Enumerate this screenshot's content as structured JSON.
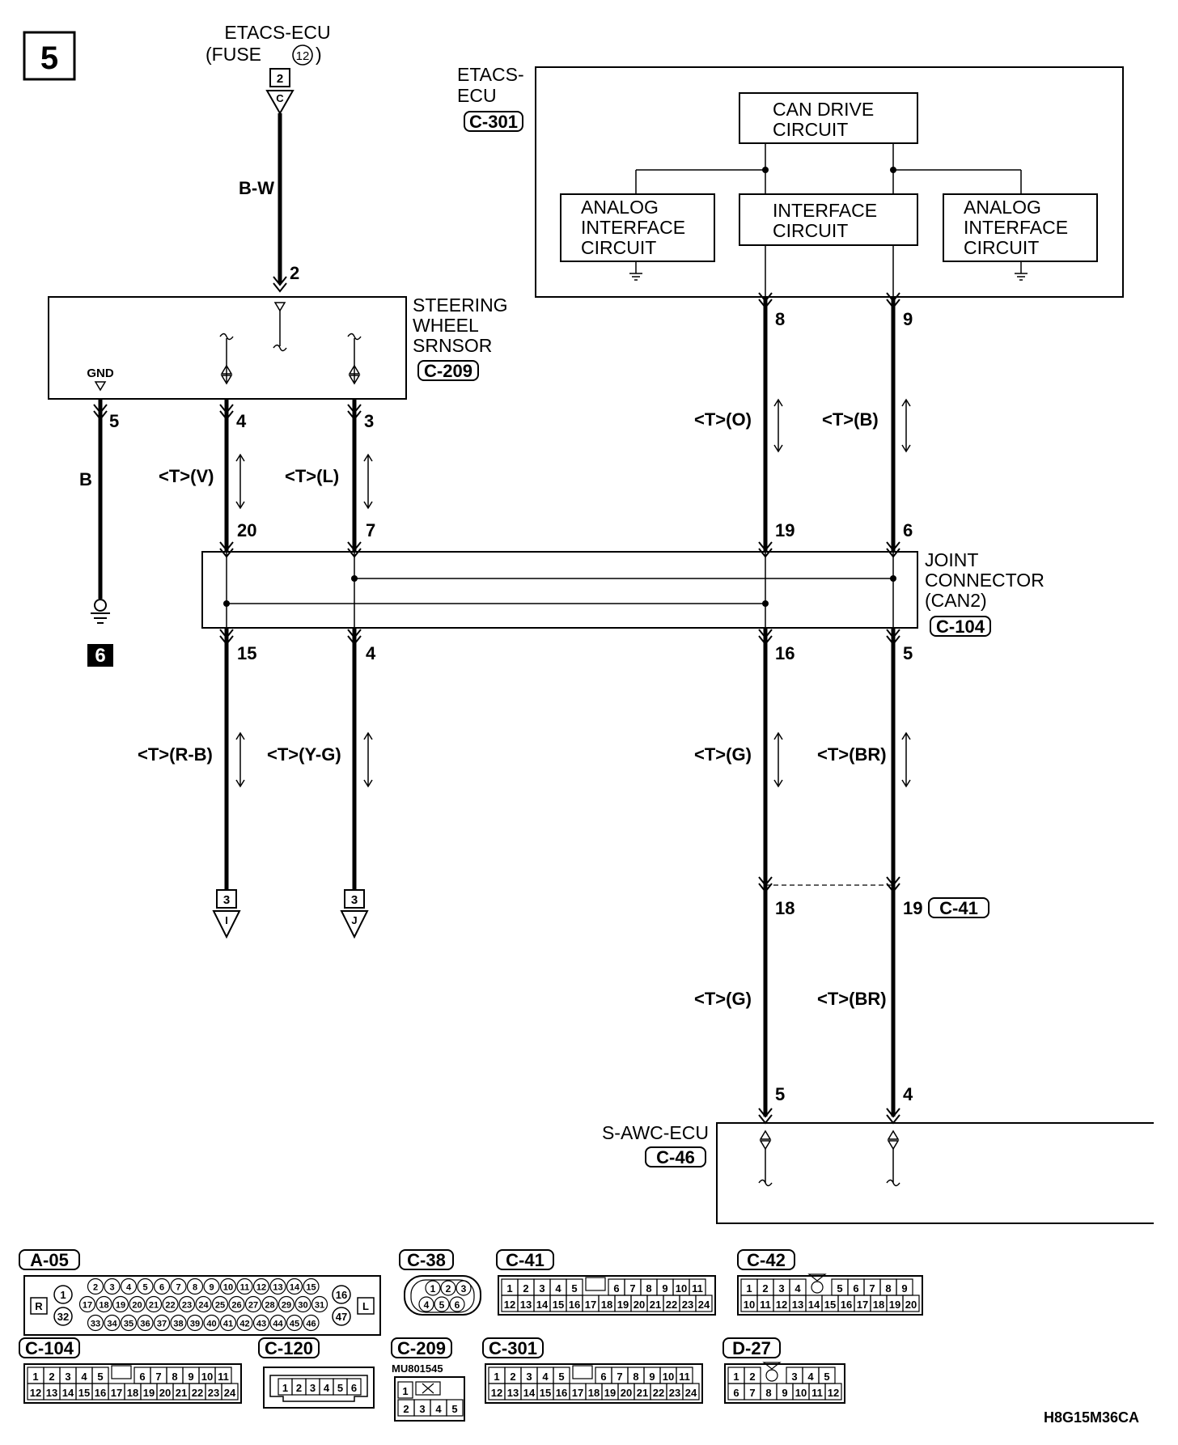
{
  "page_number": "5",
  "figure_code": "H8G15M36CA",
  "fuse_source": {
    "line1": "ETACS-ECU",
    "line2": "(FUSE",
    "fuse_no": "12",
    "line2_end": ")",
    "ref_box": "2",
    "ref_letter": "C"
  },
  "wire_bw": "B-W",
  "etacs_ecu": {
    "name_line1": "ETACS-",
    "name_line2": "ECU",
    "connector": "C-301",
    "can_drive": [
      "CAN DRIVE",
      "CIRCUIT"
    ],
    "interface": [
      "INTERFACE",
      "CIRCUIT"
    ],
    "analog_left": [
      "ANALOG",
      "INTERFACE",
      "CIRCUIT"
    ],
    "analog_right": [
      "ANALOG",
      "INTERFACE",
      "CIRCUIT"
    ],
    "pins": [
      "8",
      "9"
    ]
  },
  "steering_sensor": {
    "name": [
      "STEERING",
      "WHEEL",
      "SRNSOR"
    ],
    "connector": "C-209",
    "gnd_label": "GND",
    "top_pin": "2",
    "pins": [
      "5",
      "4",
      "3"
    ]
  },
  "ground": {
    "wire": "B",
    "ref": "6"
  },
  "wires_upper": [
    {
      "label": "<T>(V)"
    },
    {
      "label": "<T>(L)"
    },
    {
      "label": "<T>(O)"
    },
    {
      "label": "<T>(B)"
    }
  ],
  "joint_connector": {
    "name": [
      "JOINT",
      "CONNECTOR",
      "(CAN2)"
    ],
    "connector": "C-104",
    "top_pins": [
      "20",
      "7",
      "19",
      "6"
    ],
    "bottom_pins": [
      "15",
      "4",
      "16",
      "5"
    ]
  },
  "wires_lower": [
    {
      "label": "<T>(R-B)"
    },
    {
      "label": "<T>(Y-G)"
    },
    {
      "label": "<T>(G)"
    },
    {
      "label": "<T>(BR)"
    }
  ],
  "refs_bottom": [
    {
      "box": "3",
      "letter": "I"
    },
    {
      "box": "3",
      "letter": "J"
    }
  ],
  "c41": {
    "connector": "C-41",
    "pins": [
      "18",
      "19"
    ]
  },
  "wires_c41": [
    {
      "label": "<T>(G)"
    },
    {
      "label": "<T>(BR)"
    }
  ],
  "s_awc_ecu": {
    "name": "S-AWC-ECU",
    "connector": "C-46",
    "pins": [
      "5",
      "4"
    ]
  },
  "connector_views": {
    "a05": {
      "label": "A-05",
      "r": "R",
      "l": "L",
      "c1": "1",
      "c32": "32",
      "c16": "16",
      "c47": "47",
      "row1": [
        "2",
        "3",
        "4",
        "5",
        "6",
        "7",
        "8",
        "9",
        "10",
        "11",
        "12",
        "13",
        "14",
        "15"
      ],
      "row2": [
        "17",
        "18",
        "19",
        "20",
        "21",
        "22",
        "23",
        "24",
        "25",
        "26",
        "27",
        "28",
        "29",
        "30",
        "31"
      ],
      "row3": [
        "33",
        "34",
        "35",
        "36",
        "37",
        "38",
        "39",
        "40",
        "41",
        "42",
        "43",
        "44",
        "45",
        "46"
      ]
    },
    "c38": {
      "label": "C-38",
      "pins": [
        "1",
        "2",
        "3",
        "4",
        "5",
        "6"
      ]
    },
    "c41": {
      "label": "C-41",
      "row1": [
        "1",
        "2",
        "3",
        "4",
        "5",
        "6",
        "7",
        "8",
        "9",
        "10",
        "11"
      ],
      "row2": [
        "12",
        "13",
        "14",
        "15",
        "16",
        "17",
        "18",
        "19",
        "20",
        "21",
        "22",
        "23",
        "24"
      ]
    },
    "c42": {
      "label": "C-42",
      "row1": [
        "1",
        "2",
        "3",
        "4",
        "5",
        "6",
        "7",
        "8",
        "9"
      ],
      "row2": [
        "10",
        "11",
        "12",
        "13",
        "14",
        "15",
        "16",
        "17",
        "18",
        "19",
        "20"
      ]
    },
    "c104": {
      "label": "C-104",
      "row1": [
        "1",
        "2",
        "3",
        "4",
        "5",
        "6",
        "7",
        "8",
        "9",
        "10",
        "11"
      ],
      "row2": [
        "12",
        "13",
        "14",
        "15",
        "16",
        "17",
        "18",
        "19",
        "20",
        "21",
        "22",
        "23",
        "24"
      ]
    },
    "c120": {
      "label": "C-120",
      "pins": [
        "1",
        "2",
        "3",
        "4",
        "5",
        "6"
      ]
    },
    "c209": {
      "label": "C-209",
      "part": "MU801545",
      "row1": [
        "1"
      ],
      "row2": [
        "2",
        "3",
        "4",
        "5"
      ]
    },
    "c301": {
      "label": "C-301",
      "row1": [
        "1",
        "2",
        "3",
        "4",
        "5",
        "6",
        "7",
        "8",
        "9",
        "10",
        "11"
      ],
      "row2": [
        "12",
        "13",
        "14",
        "15",
        "16",
        "17",
        "18",
        "19",
        "20",
        "21",
        "22",
        "23",
        "24"
      ]
    },
    "d27": {
      "label": "D-27",
      "row1": [
        "1",
        "2",
        "3",
        "4",
        "5"
      ],
      "row2": [
        "6",
        "7",
        "8",
        "9",
        "10",
        "11",
        "12"
      ]
    }
  }
}
